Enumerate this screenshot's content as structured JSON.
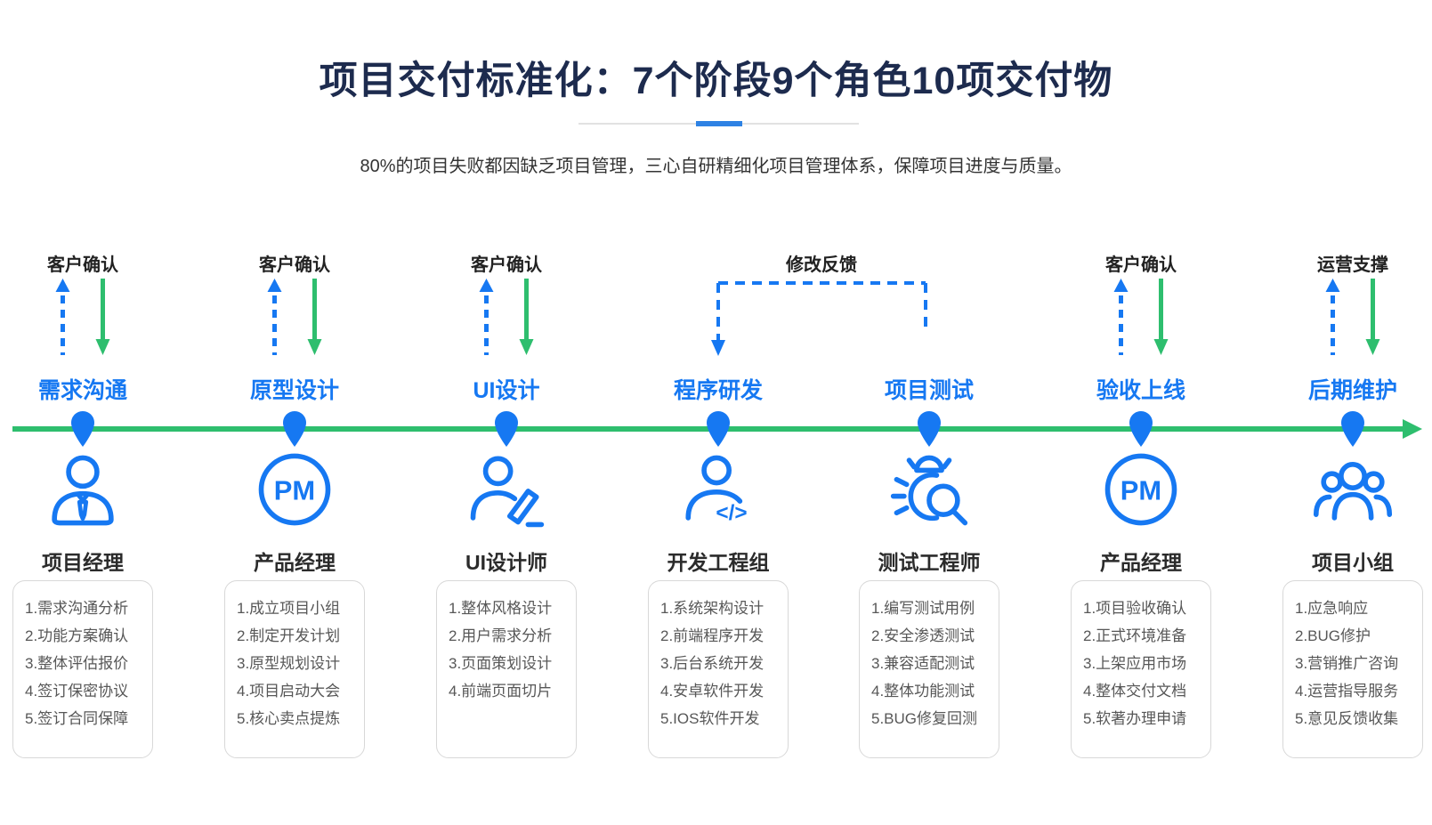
{
  "header": {
    "title": "项目交付标准化：7个阶段9个角色10项交付物",
    "subtitle": "80%的项目失败都因缺乏项目管理，三心自研精细化项目管理体系，保障项目进度与质量。"
  },
  "colors": {
    "accent_blue": "#1678F2",
    "timeline_green": "#2EBE6E",
    "title_navy": "#1D2B4E",
    "divider_blue": "#2E82E4"
  },
  "feedback": {
    "label": "修改反馈"
  },
  "stages": [
    {
      "top_label": "客户确认",
      "name": "需求沟通",
      "role": "项目经理",
      "icon": "project-manager-icon",
      "deliverables": [
        "1.需求沟通分析",
        "2.功能方案确认",
        "3.整体评估报价",
        "4.签订保密协议",
        "5.签订合同保障"
      ]
    },
    {
      "top_label": "客户确认",
      "name": "原型设计",
      "role": "产品经理",
      "icon": "pm-badge-icon",
      "icon_text": "PM",
      "deliverables": [
        "1.成立项目小组",
        "2.制定开发计划",
        "3.原型规划设计",
        "4.项目启动大会",
        "5.核心卖点提炼"
      ]
    },
    {
      "top_label": "客户确认",
      "name": "UI设计",
      "role": "UI设计师",
      "icon": "ui-designer-icon",
      "deliverables": [
        "1.整体风格设计",
        "2.用户需求分析",
        "3.页面策划设计",
        "4.前端页面切片"
      ]
    },
    {
      "name": "程序研发",
      "role": "开发工程组",
      "icon": "developer-icon",
      "icon_text": "</>",
      "deliverables": [
        "1.系统架构设计",
        "2.前端程序开发",
        "3.后台系统开发",
        "4.安卓软件开发",
        "5.IOS软件开发"
      ]
    },
    {
      "name": "项目测试",
      "role": "测试工程师",
      "icon": "tester-bug-icon",
      "deliverables": [
        "1.编写测试用例",
        "2.安全渗透测试",
        "3.兼容适配测试",
        "4.整体功能测试",
        "5.BUG修复回测"
      ]
    },
    {
      "top_label": "客户确认",
      "name": "验收上线",
      "role": "产品经理",
      "icon": "pm-badge-icon",
      "icon_text": "PM",
      "deliverables": [
        "1.项目验收确认",
        "2.正式环境准备",
        "3.上架应用市场",
        "4.整体交付文档",
        "5.软著办理申请"
      ]
    },
    {
      "top_label": "运营支撑",
      "name": "后期维护",
      "role": "项目小组",
      "icon": "team-icon",
      "deliverables": [
        "1.应急响应",
        "2.BUG修护",
        "3.营销推广咨询",
        "4.运营指导服务",
        "5.意见反馈收集"
      ]
    }
  ]
}
